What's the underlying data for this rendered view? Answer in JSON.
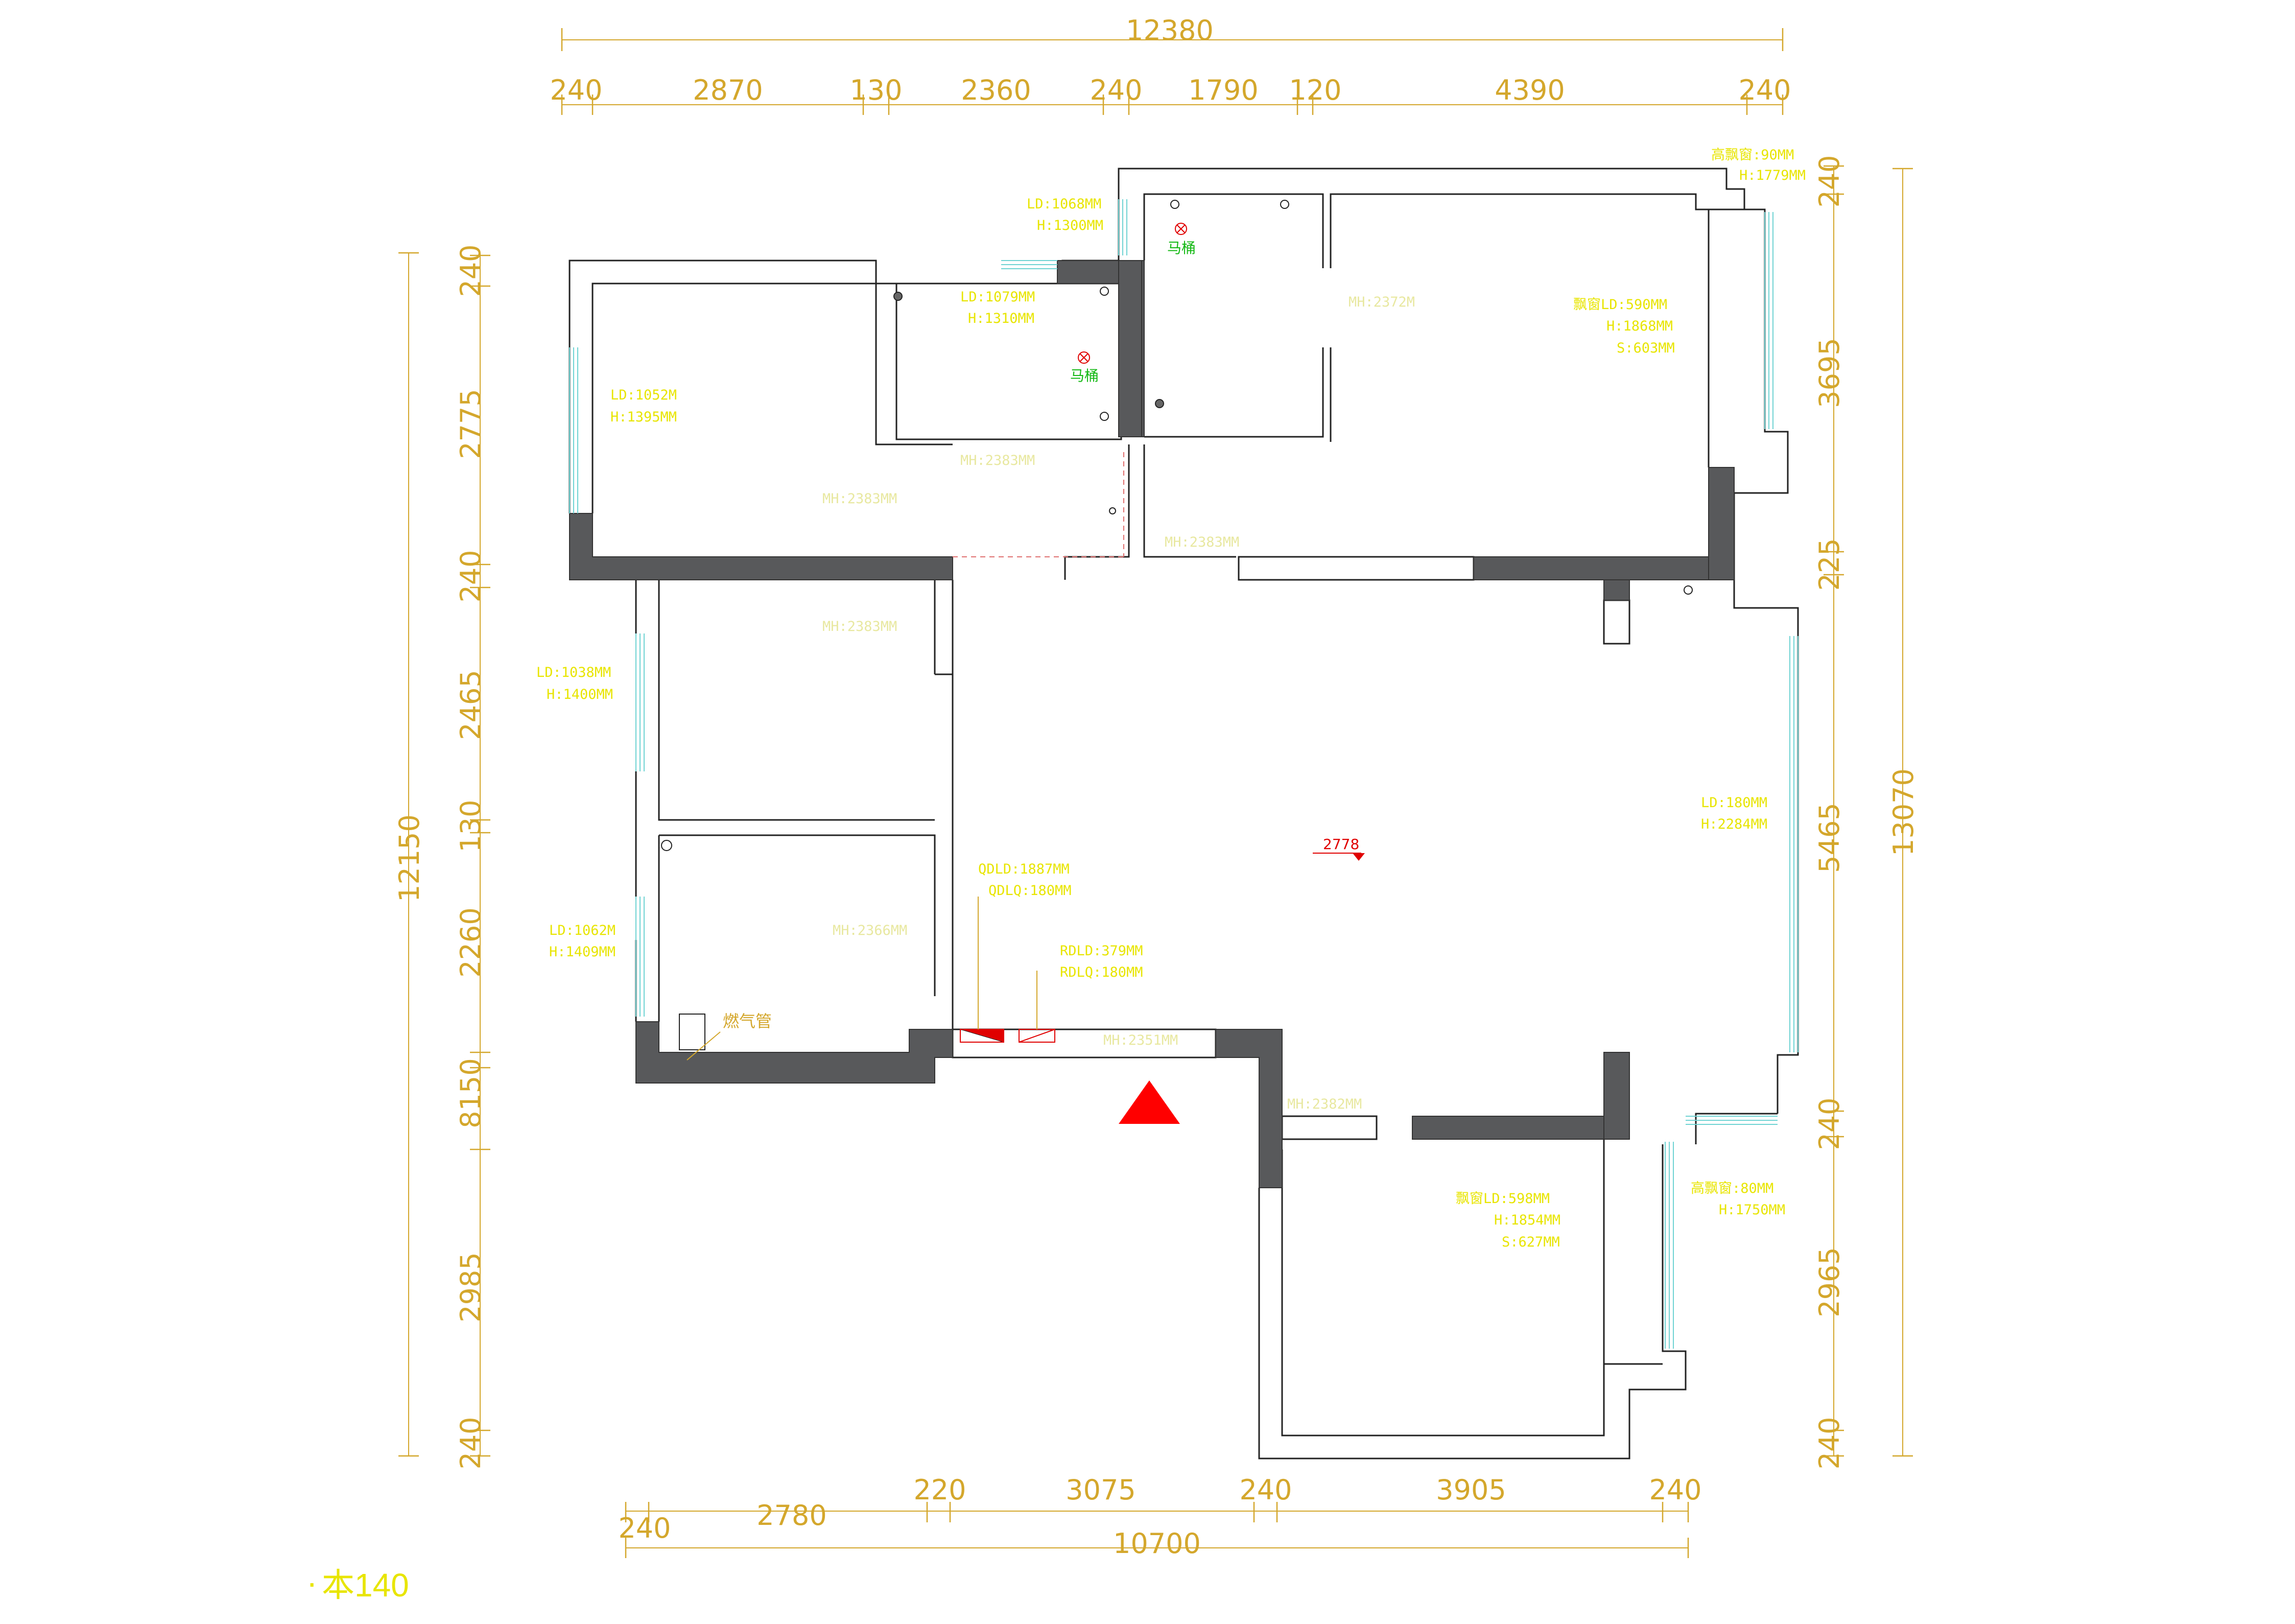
{
  "dimensions": {
    "top_total": "12380",
    "top_segments": [
      "240",
      "2870",
      "130",
      "2360",
      "240",
      "1790",
      "120",
      "4390",
      "240"
    ],
    "bottom_segments": [
      "240",
      "2780",
      "220",
      "3075",
      "240",
      "3905",
      "240"
    ],
    "bottom_total": "10700",
    "left_total": "12150",
    "left_segments": [
      "240",
      "2775",
      "240",
      "2465",
      "130",
      "2260",
      "8150",
      "2985",
      "240"
    ],
    "right_total": "13070",
    "right_segments": [
      "240",
      "3695",
      "225",
      "5465",
      "240",
      "2965",
      "240"
    ]
  },
  "windows": {
    "top_right_bay": [
      "高飘窗:90MM",
      "H:1779MM"
    ],
    "bathroom_top": [
      "LD:1068MM",
      "H:1300MM"
    ],
    "bathroom_left": [
      "LD:1079MM",
      "H:1310MM"
    ],
    "bedroom_top_left": [
      "LD:1052M",
      "H:1395MM"
    ],
    "master_bay": [
      "飘窗LD:590MM",
      "H:1868MM",
      "S:603MM"
    ],
    "bedroom_mid_left": [
      "LD:1038MM",
      "H:1400MM"
    ],
    "bedroom_low_left": [
      "LD:1062M",
      "H:1409MM"
    ],
    "living_right": [
      "LD:180MM",
      "H:2284MM"
    ],
    "bottom_bay": [
      "飘窗LD:598MM",
      "H:1854MM",
      "S:627MM"
    ],
    "bottom_right_bay": [
      "高飘窗:80MM",
      "H:1750MM"
    ]
  },
  "door_heights": {
    "master": "MH:2372M",
    "bedroom1": "MH:2383MM",
    "hall": "MH:2383MM",
    "corridor": "MH:2383MM",
    "bedroom2": "MH:2383MM",
    "bedroom3": "MH:2366MM",
    "entrance": "MH:2351MM",
    "balcony": "MH:2382MM"
  },
  "fixtures": {
    "toilet_label_1": "马桶",
    "toilet_label_2": "马桶",
    "gas_pipe": "燃气管",
    "ceiling_height": "2778"
  },
  "meters": {
    "qdl": [
      "QDLD:1887MM",
      "QDLQ:180MM"
    ],
    "rdl": [
      "RDLD:379MM",
      "RDLQ:180MM"
    ]
  },
  "footer": {
    "label": "本140",
    "prefix": "·"
  },
  "colors": {
    "dimension": "#d4a72c",
    "annotation": "#e8e500",
    "wall_fill": "#58595b",
    "window": "#6fd3d3",
    "marker": "#e00000",
    "toilet_label": "#14b814"
  }
}
